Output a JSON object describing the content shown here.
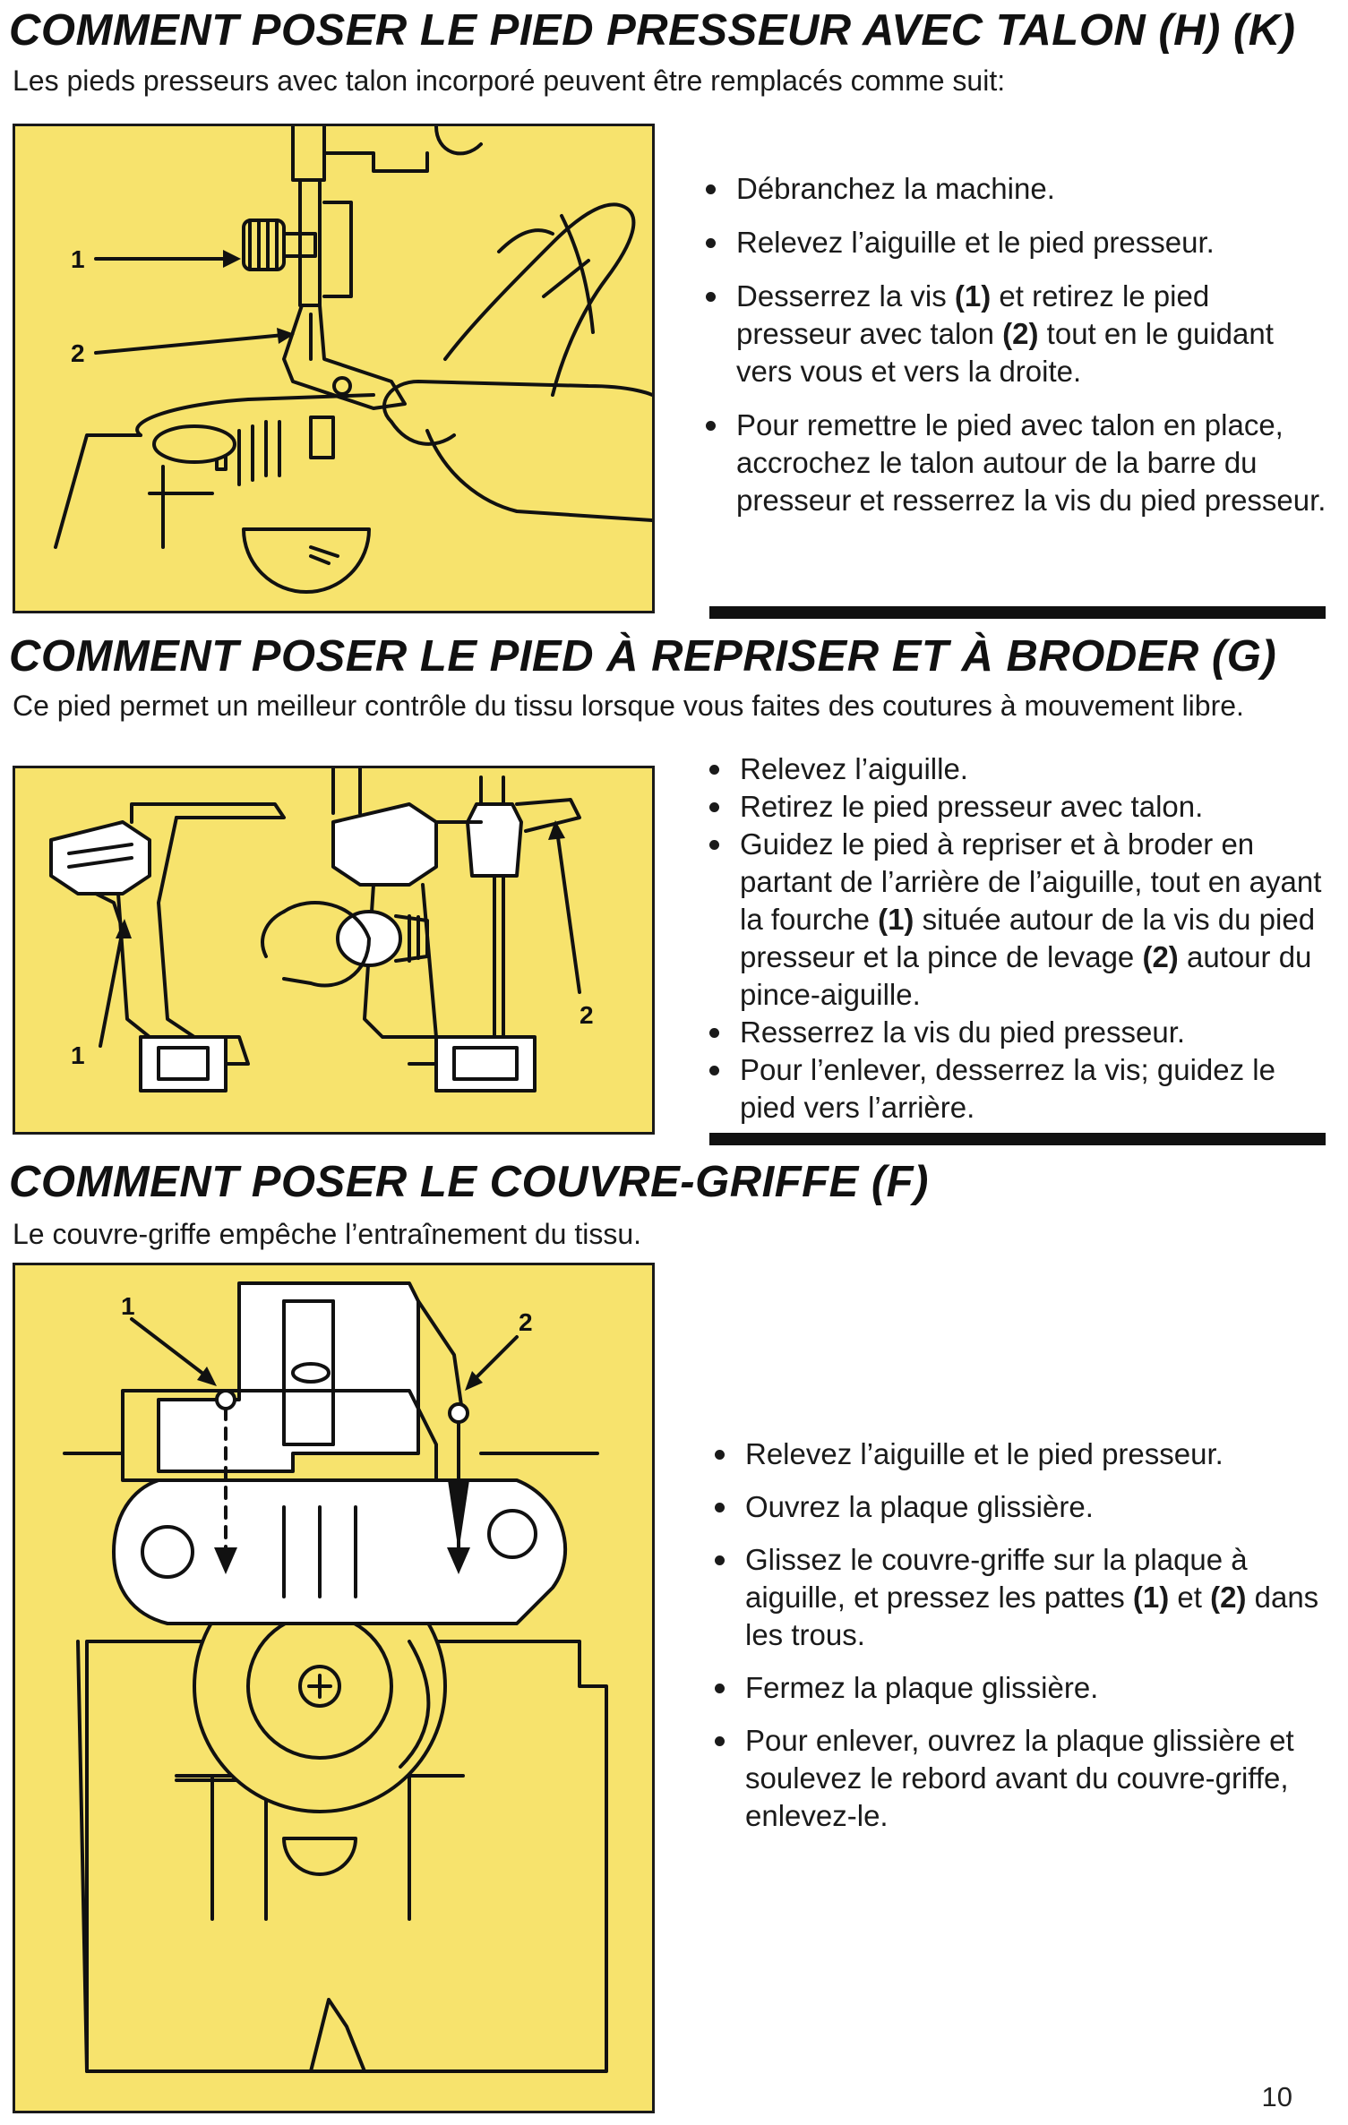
{
  "section1": {
    "title": "COMMENT POSER LE PIED PRESSEUR AVEC TALON (H) (K)",
    "intro": "Les pieds presseurs avec talon incorporé peuvent être remplacés comme suit:",
    "callouts": [
      "1",
      "2"
    ],
    "bullets": [
      [
        {
          "t": "Débranchez la machine."
        }
      ],
      [
        {
          "t": "Relevez l’aiguille et le pied presseur."
        }
      ],
      [
        {
          "t": "Desserrez la vis "
        },
        {
          "t": "(1)",
          "b": true
        },
        {
          "t": " et retirez le pied presseur avec talon "
        },
        {
          "t": "(2)",
          "b": true
        },
        {
          "t": " tout en le guidant vers vous et vers la droite."
        }
      ],
      [
        {
          "t": "Pour remettre le pied avec talon en place, accrochez le talon autour de la barre du presseur et resserrez la vis du pied presseur."
        }
      ]
    ]
  },
  "section2": {
    "title": "COMMENT POSER LE PIED À REPRISER ET À BRODER (G)",
    "intro": "Ce pied permet un meilleur contrôle du tissu lorsque vous faites des coutures à mouvement libre.",
    "callouts": [
      "1",
      "2"
    ],
    "bullets": [
      [
        {
          "t": "Relevez l’aiguille."
        }
      ],
      [
        {
          "t": "Retirez le pied presseur avec talon."
        }
      ],
      [
        {
          "t": "Guidez le pied à repriser et à broder en partant de l’arrière de l’aiguille, tout en ayant la fourche "
        },
        {
          "t": "(1)",
          "b": true
        },
        {
          "t": " située autour de la vis du pied presseur et la pince de levage "
        },
        {
          "t": "(2)",
          "b": true
        },
        {
          "t": " autour du pince-aiguille."
        }
      ],
      [
        {
          "t": "Resserrez la vis du pied presseur."
        }
      ],
      [
        {
          "t": "Pour l’enlever, desserrez la vis; guidez le pied vers l’arrière."
        }
      ]
    ]
  },
  "section3": {
    "title": "COMMENT POSER LE COUVRE-GRIFFE (F)",
    "intro": "Le couvre-griffe empêche l’entraînement du tissu.",
    "callouts": [
      "1",
      "2"
    ],
    "bullets": [
      [
        {
          "t": "Relevez l’aiguille et le pied presseur."
        }
      ],
      [
        {
          "t": "Ouvrez la plaque glissière."
        }
      ],
      [
        {
          "t": "Glissez le couvre-griffe sur la plaque à aiguille, et pressez les pattes "
        },
        {
          "t": "(1)",
          "b": true
        },
        {
          "t": " et "
        },
        {
          "t": "(2)",
          "b": true
        },
        {
          "t": " dans les trous."
        }
      ],
      [
        {
          "t": "Fermez la plaque glissière."
        }
      ],
      [
        {
          "t": "Pour enlever, ouvrez la plaque glissière et soulevez le rebord avant du couvre-griffe, enlevez-le."
        }
      ]
    ]
  },
  "page_number": "10",
  "colors": {
    "panel": "#f7e36d",
    "ink": "#111111"
  }
}
